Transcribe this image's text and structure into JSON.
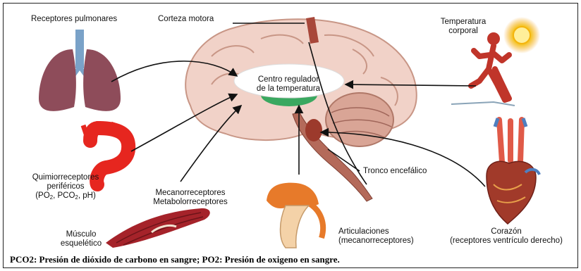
{
  "labels": {
    "receptores_pulmonares": "Receptores pulmonares",
    "corteza_motora": "Corteza motora",
    "temperatura_l1": "Temperatura",
    "temperatura_l2": "corporal",
    "centro_l1": "Centro regulador",
    "centro_l2": "de la temperatura",
    "quimio_l1": "Quimiorreceptores",
    "quimio_l2": "periféricos",
    "quimio_l3_a": "(PO",
    "quimio_l3_sub1": "2",
    "quimio_l3_b": ", PCO",
    "quimio_l3_sub2": "2",
    "quimio_l3_c": ", pH)",
    "mecano_l1": "Mecanorreceptores",
    "mecano_l2": "Metabolorreceptores",
    "tronco": "Tronco encefálico",
    "musculo_l1": "Músculo",
    "musculo_l2": "esquelético",
    "artic_l1": "Articulaciones",
    "artic_l2": "(mecanorreceptores)",
    "corazon_l1": "Corazón",
    "corazon_l2": "(receptores ventrículo derecho)"
  },
  "caption": "PCO2: Presión de dióxido de carbono en sangre; PO2: Presión de oxigeno en sangre.",
  "colors": {
    "brain": "#f1d2c8",
    "brain_fold": "#c89686",
    "lung": "#8e4c5a",
    "trachea": "#7aa2c8",
    "aorta": "#e6261f",
    "runner": "#c0352a",
    "sun": "#f4c20d",
    "muscle": "#e77a2a",
    "heart": "#a13a2a"
  },
  "icons": [
    "lungs-icon",
    "aorta-icon",
    "muscle-icon",
    "joint-icon",
    "heart-icon",
    "runner-icon",
    "sun-icon",
    "brain-icon"
  ]
}
